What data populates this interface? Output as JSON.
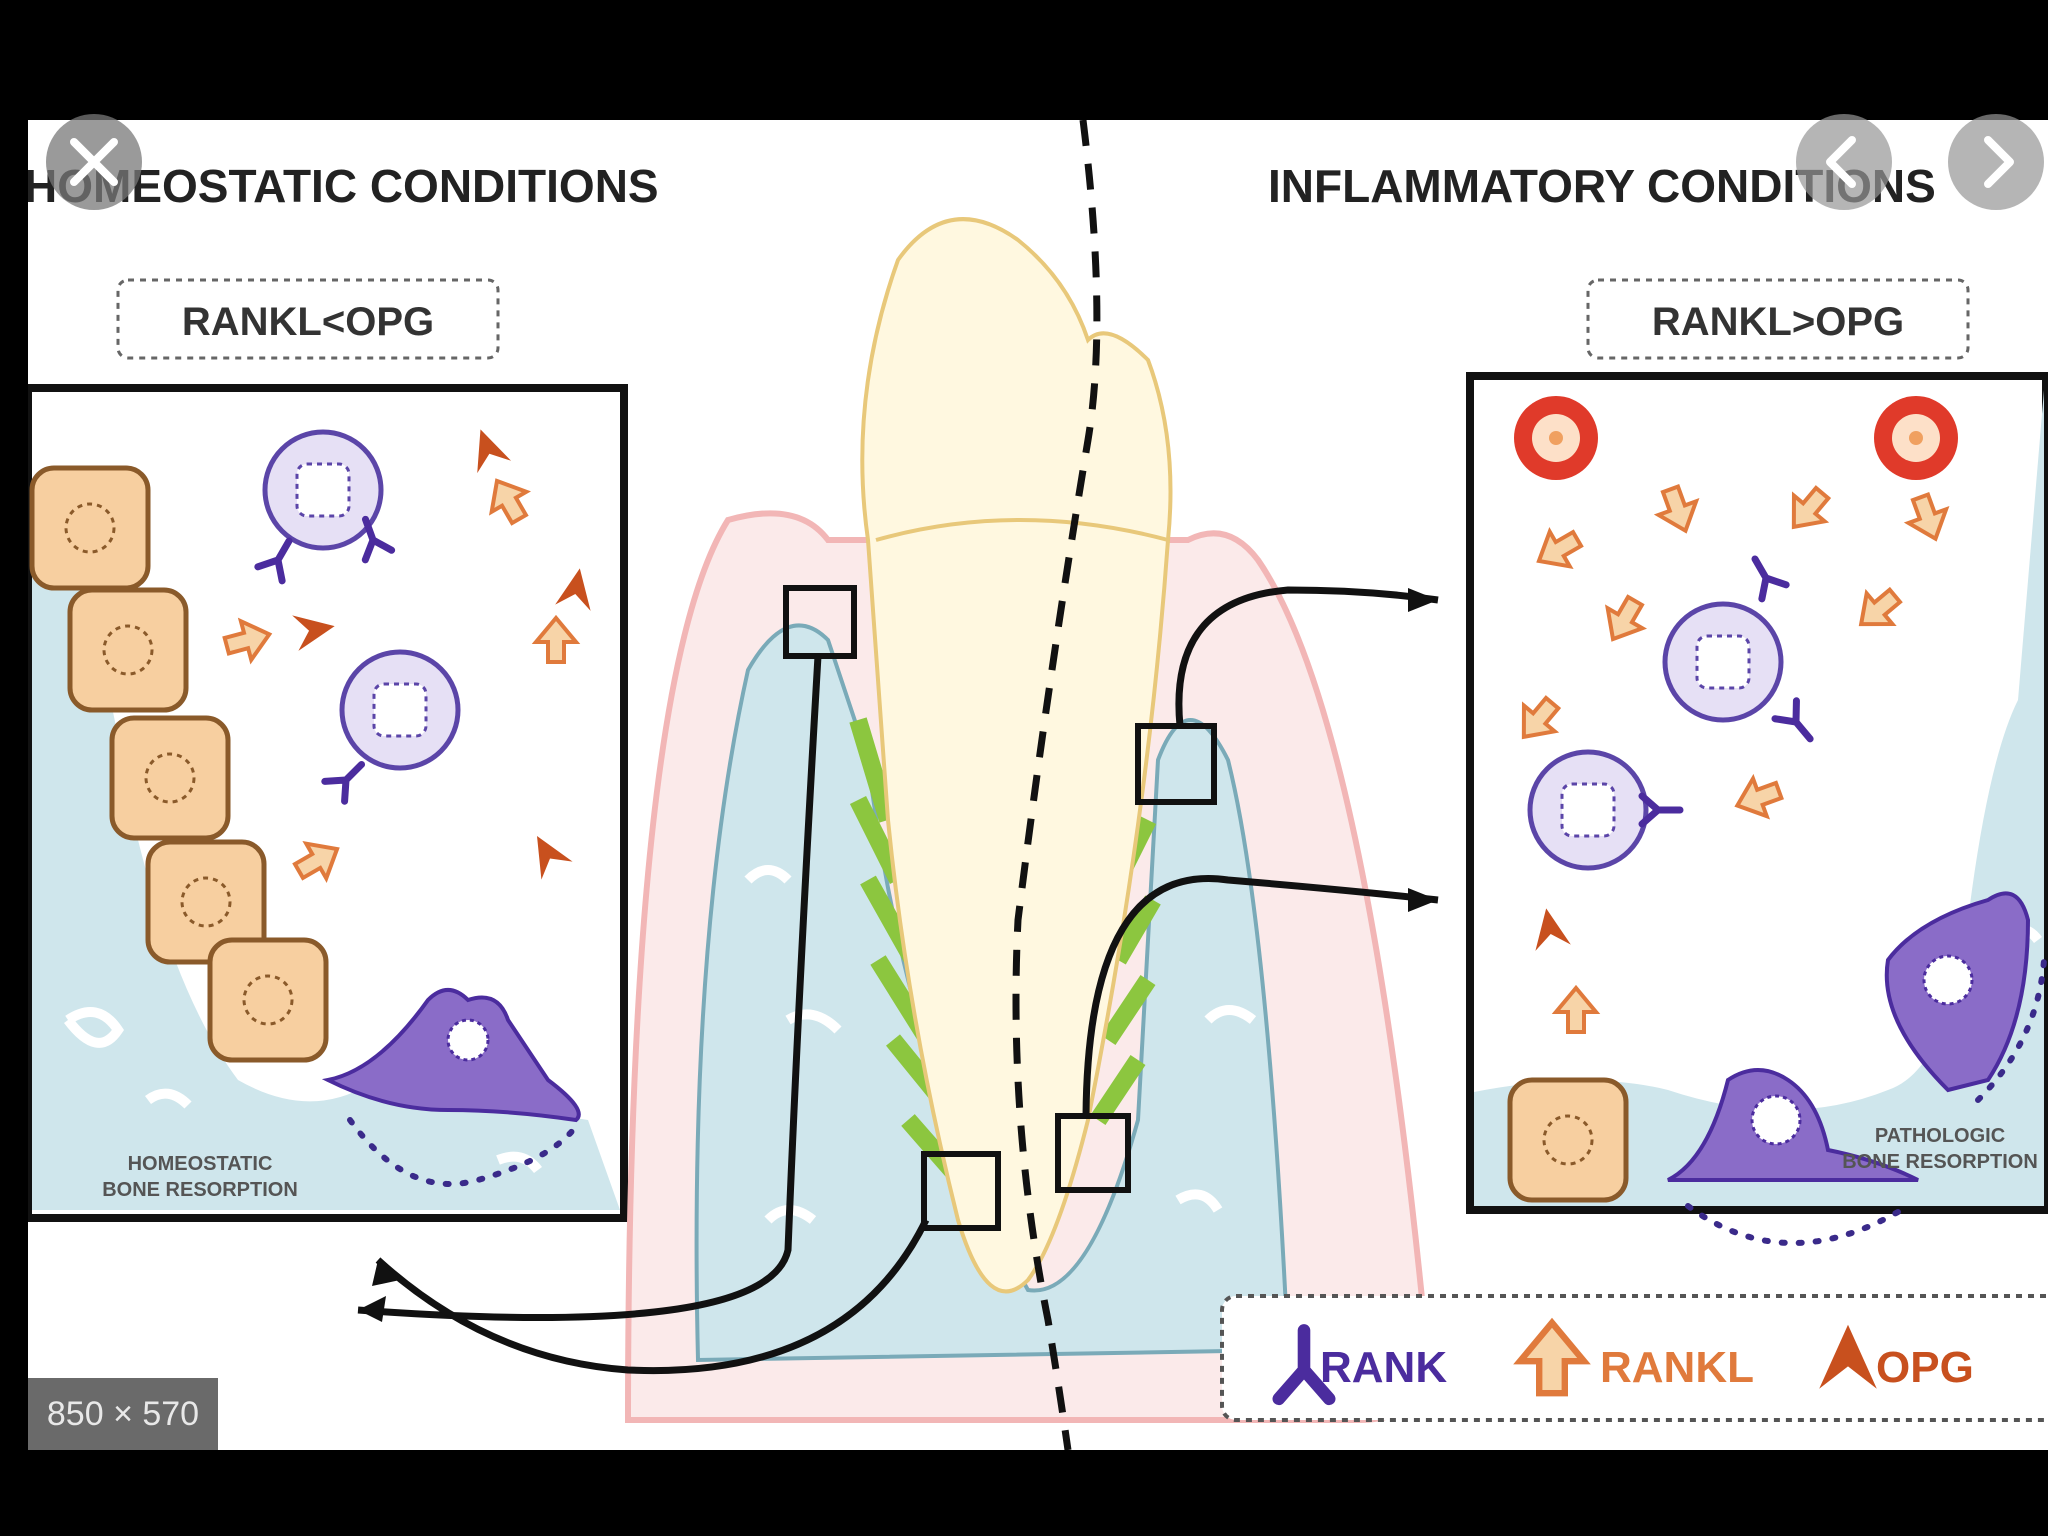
{
  "viewer": {
    "image_dimensions": "850 × 570"
  },
  "diagram": {
    "left_heading": "HOMEOSTATIC CONDITIONS",
    "right_heading": "INFLAMMATORY CONDITIONS",
    "left_ratio": "RANKL<OPG",
    "right_ratio": "RANKL>OPG",
    "left_caption_line1": "HOMEOSTATIC",
    "left_caption_line2": "BONE RESORPTION",
    "right_caption_line1": "PATHOLOGIC",
    "right_caption_line2": "BONE RESORPTION"
  },
  "legend": {
    "rank": "RANK",
    "rankl": "RANKL",
    "opg": "OPG"
  },
  "colors": {
    "rank": "#4b2c9e",
    "rankl": "#e07a3c",
    "opg": "#c8501e",
    "bone": "#cfe6ec",
    "cell": "#f7cfa0",
    "gum": "#f2b6b6",
    "ligament": "#8cc63f",
    "osteoclast": "#8a6cc8",
    "inflammatory_cell": "#e03a2a"
  }
}
